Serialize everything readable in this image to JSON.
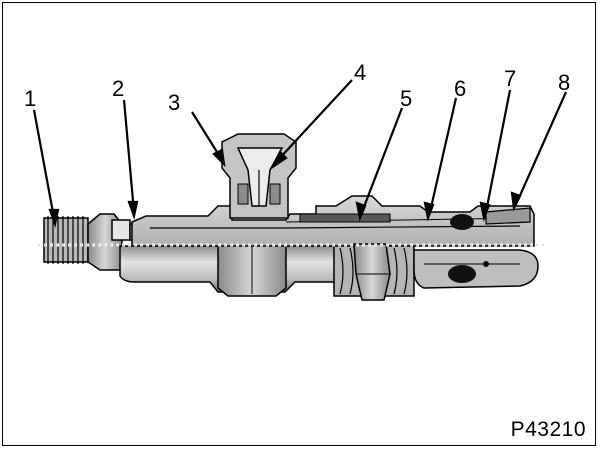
{
  "figure": {
    "code": "P43210",
    "callouts": [
      "1",
      "2",
      "3",
      "4",
      "5",
      "6",
      "7",
      "8"
    ]
  },
  "colors": {
    "outline": "#000000",
    "body_light": "#c9c9c9",
    "body_mid": "#a8a8a8",
    "body_dark": "#6e6e6e",
    "highlight": "#e6e6e6",
    "centerline": "#ffffff",
    "background": "#ffffff"
  }
}
